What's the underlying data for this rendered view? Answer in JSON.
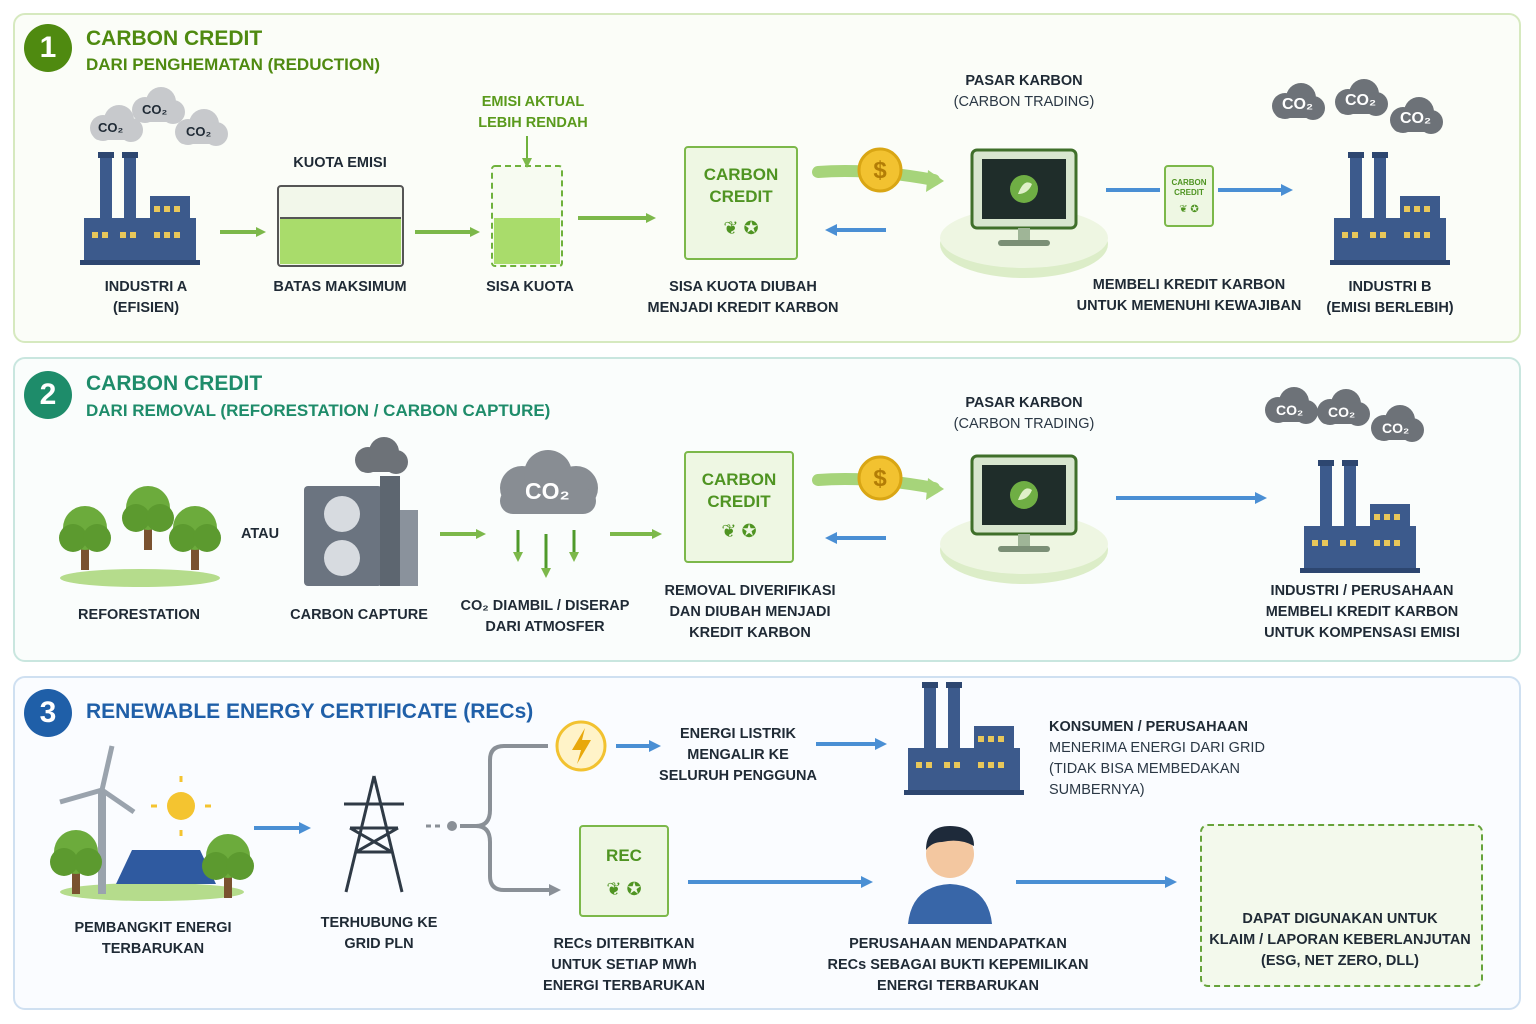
{
  "colors": {
    "green_dark": "#4f8a10",
    "teal": "#1e8c6a",
    "blue": "#1f5fa8",
    "arrow_green": "#7cb84a",
    "arrow_blue": "#4a8fd4",
    "factory": "#3c5a8c"
  },
  "section1": {
    "number": "1",
    "title": "CARBON CREDIT",
    "subtitle": "DARI PENGHEMATAN (REDUCTION)",
    "co2": "CO₂",
    "industry_a": [
      "INDUSTRI A",
      "(EFISIEN)"
    ],
    "quota_top": "KUOTA EMISI",
    "quota_bottom": "BATAS MAKSIMUM",
    "actual_top": [
      "EMISI AKTUAL",
      "LEBIH RENDAH"
    ],
    "remaining": "SISA KUOTA",
    "cert_title": [
      "CARBON",
      "CREDIT"
    ],
    "cert_caption": [
      "SISA KUOTA DIUBAH",
      "MENJADI KREDIT KARBON"
    ],
    "market": [
      "PASAR KARBON",
      "(CARBON TRADING)"
    ],
    "small_cert": [
      "CARBON",
      "CREDIT"
    ],
    "buy_caption": [
      "MEMBELI KREDIT KARBON",
      "UNTUK MEMENUHI KEWAJIBAN"
    ],
    "industry_b": [
      "INDUSTRI B",
      "(EMISI BERLEBIH)"
    ]
  },
  "section2": {
    "number": "2",
    "title": "CARBON CREDIT",
    "subtitle": "DARI REMOVAL (REFORESTATION / CARBON CAPTURE)",
    "reforestation": "REFORESTATION",
    "or": "ATAU",
    "capture": "CARBON CAPTURE",
    "co2_big": "CO₂",
    "co2_caption": [
      "CO₂ DIAMBIL / DISERAP",
      "DARI ATMOSFER"
    ],
    "cert_title": [
      "CARBON",
      "CREDIT"
    ],
    "cert_caption": [
      "REMOVAL DIVERIFIKASI",
      "DAN DIUBAH MENJADI",
      "KREDIT KARBON"
    ],
    "market": [
      "PASAR KARBON",
      "(CARBON TRADING)"
    ],
    "buyer_caption": [
      "INDUSTRI / PERUSAHAAN",
      "MEMBELI KREDIT KARBON",
      "UNTUK KOMPENSASI EMISI"
    ]
  },
  "section3": {
    "number": "3",
    "title": "RENEWABLE ENERGY CERTIFICATE (RECs)",
    "plant": [
      "PEMBANGKIT ENERGI",
      "TERBARUKAN"
    ],
    "grid": [
      "TERHUBUNG KE",
      "GRID PLN"
    ],
    "energy_flow": [
      "ENERGI LISTRIK",
      "MENGALIR KE",
      "SELURUH PENGGUNA"
    ],
    "consumer": [
      "KONSUMEN / PERUSAHAAN",
      "MENERIMA ENERGI DARI GRID",
      "(TIDAK BISA MEMBEDAKAN",
      "SUMBERNYA)"
    ],
    "rec_title": "REC",
    "rec_caption": [
      "RECs DITERBITKAN",
      "UNTUK SETIAP MWh",
      "ENERGI TERBARUKAN"
    ],
    "company_caption": [
      "PERUSAHAAN MENDAPATKAN",
      "RECs SEBAGAI BUKTI KEPEMILIKAN",
      "ENERGI TERBARUKAN"
    ],
    "goal_caption": [
      "DAPAT DIGUNAKAN UNTUK",
      "KLAIM / LAPORAN KEBERLANJUTAN",
      "(ESG, NET ZERO, DLL)"
    ]
  }
}
